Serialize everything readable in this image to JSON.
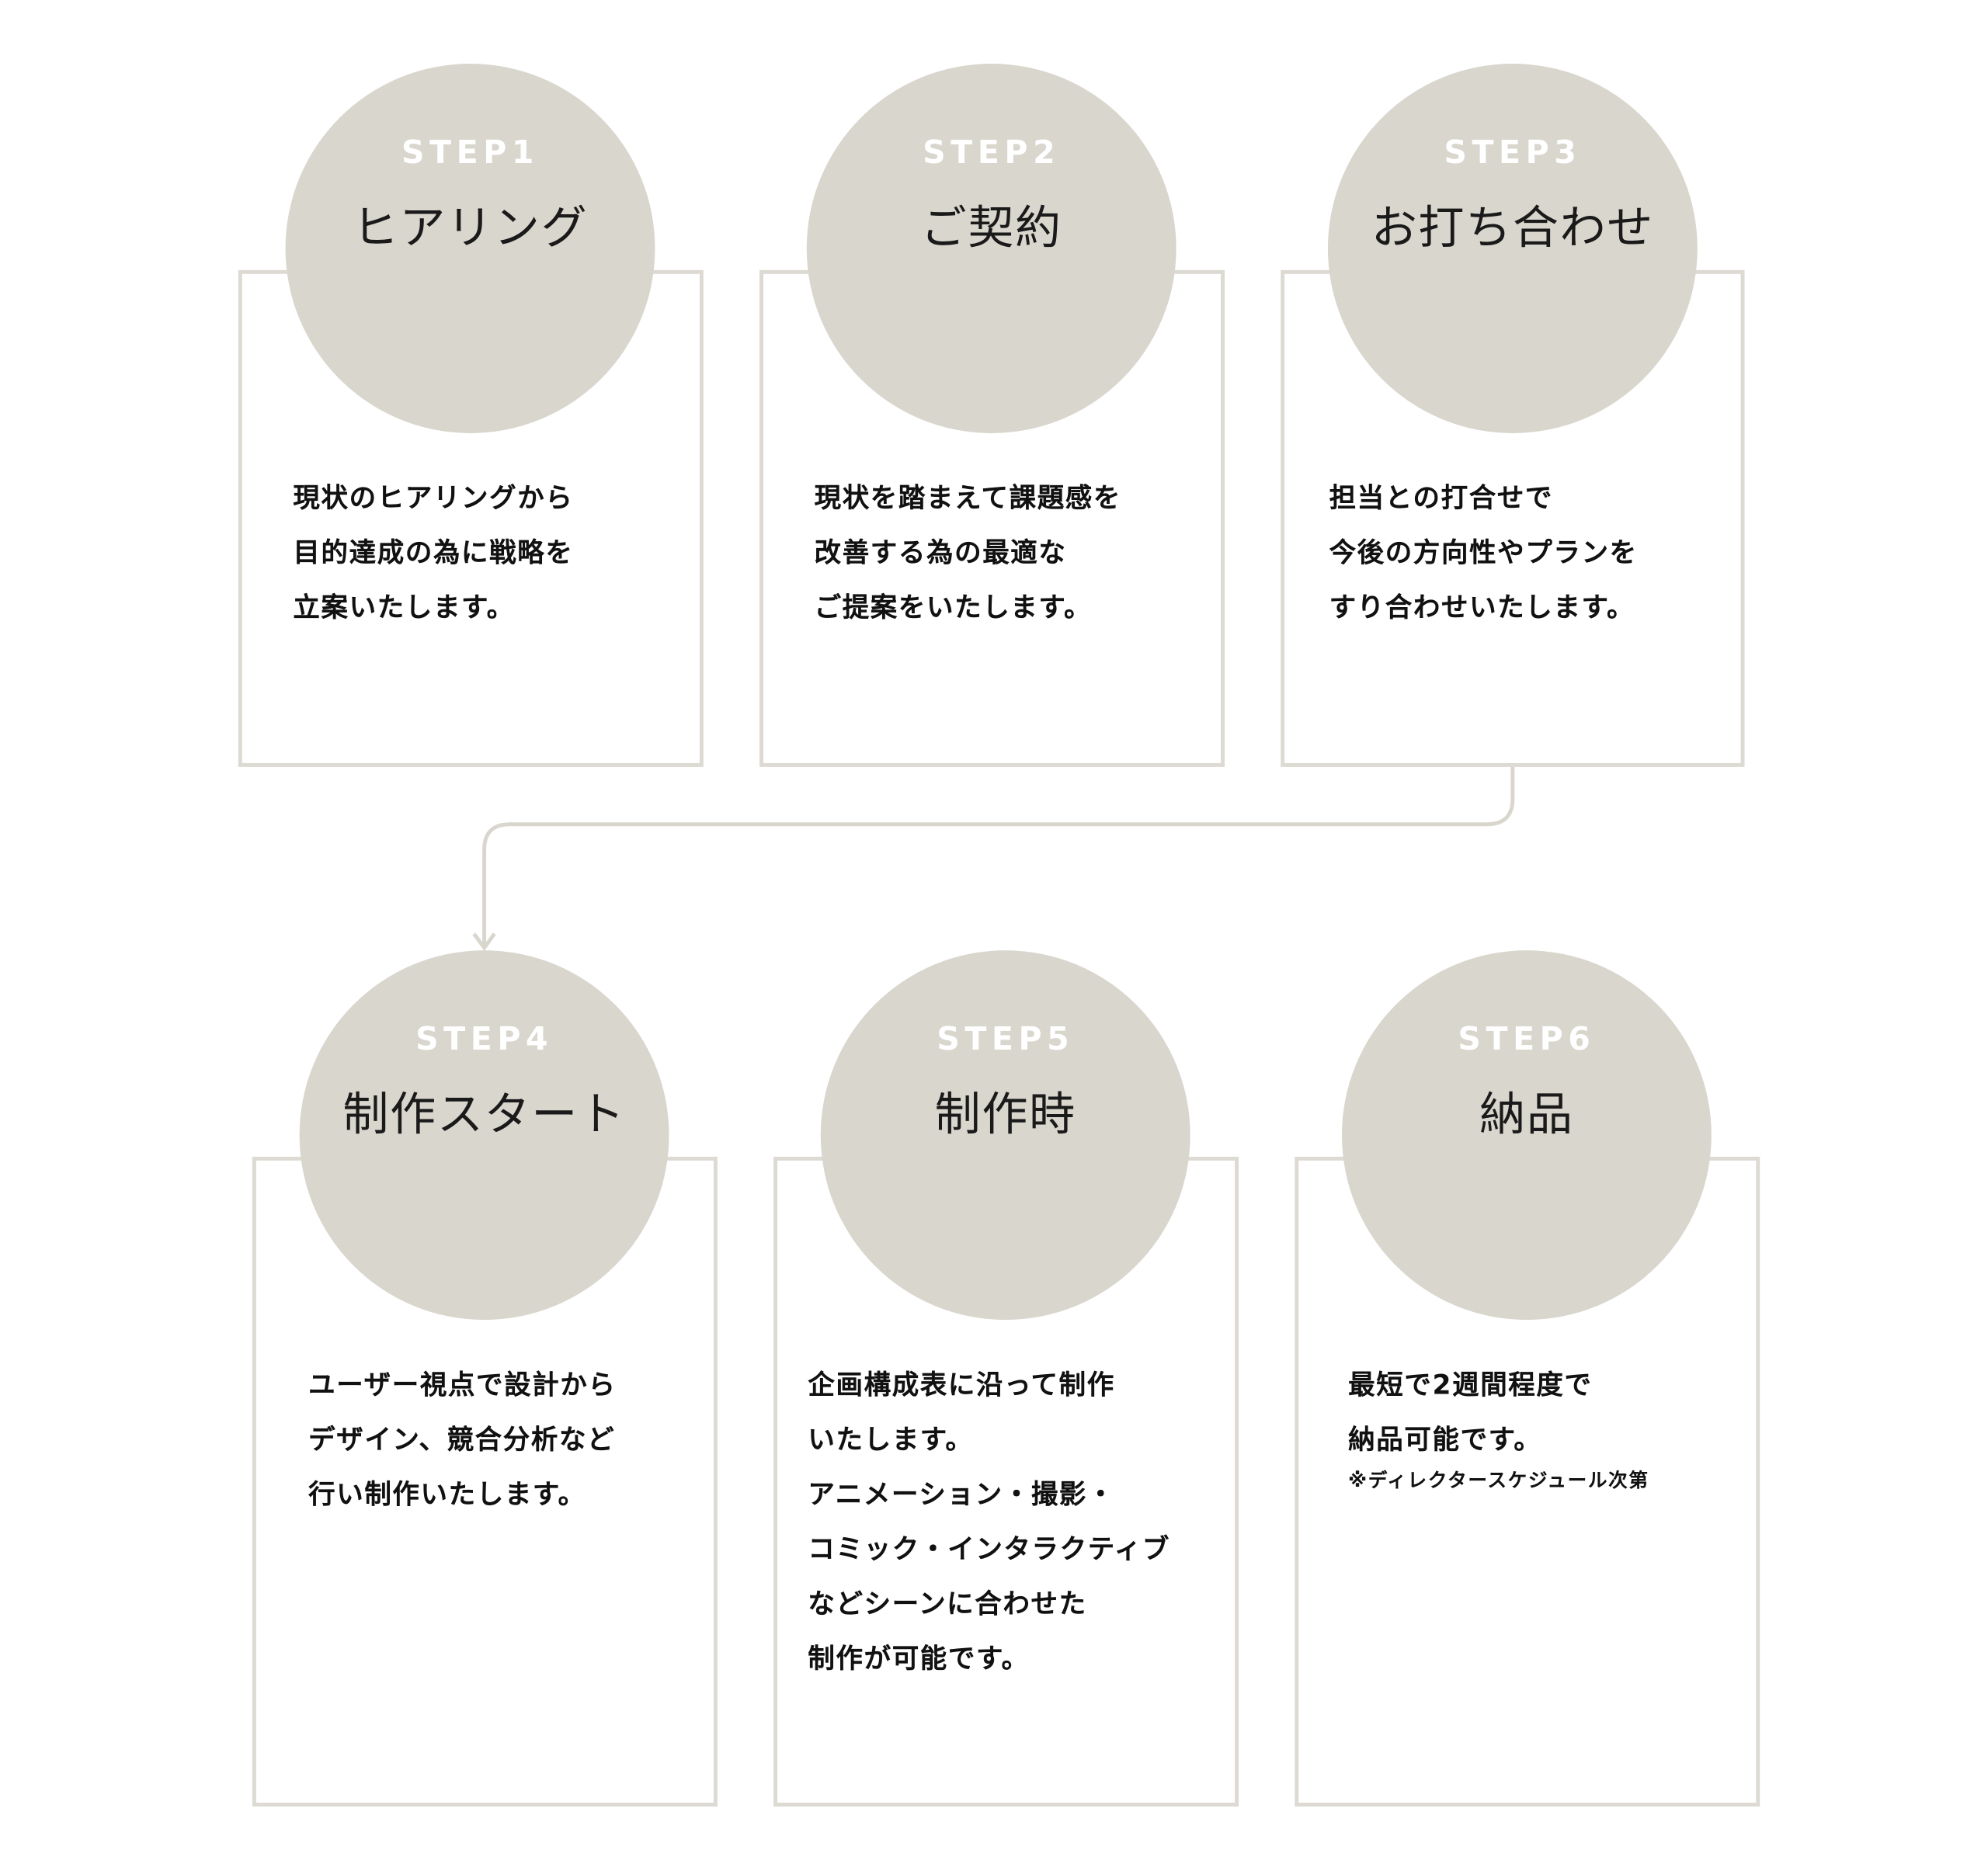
{
  "colors": {
    "circle": "#d8d6cd",
    "border": "#dcdad2",
    "text": "#111111"
  },
  "steps": [
    {
      "label": "STEP1",
      "title": "ヒアリング",
      "lines": [
        "現状のヒアリングから",
        "目的達成の為に戦略を",
        "立案いたします。"
      ]
    },
    {
      "label": "STEP2",
      "title": "ご契約",
      "lines": [
        "現状を踏まえて課題感を",
        "改善する為の最適な",
        "ご提案をいたします。"
      ]
    },
    {
      "label": "STEP3",
      "title": "お打ち合わせ",
      "lines": [
        "担当との打合せで",
        "今後の方向性やプランを",
        "すり合わせいたします。"
      ]
    },
    {
      "label": "STEP4",
      "title": "制作スタート",
      "lines": [
        "ユーザー視点で設計から",
        "デザイン、競合分析など",
        "行い制作いたします。"
      ]
    },
    {
      "label": "STEP5",
      "title": "制作時",
      "lines": [
        "企画構成表に沿って制作",
        "いたします。",
        "アニメーション・撮影・",
        "コミック・インタラクティブ",
        "などシーンに合わせた",
        "制作が可能です。"
      ]
    },
    {
      "label": "STEP6",
      "title": "納品",
      "lines": [
        "最短で2週間程度で",
        "納品可能です。"
      ],
      "note": "※ディレクタースケジュール次第"
    }
  ]
}
